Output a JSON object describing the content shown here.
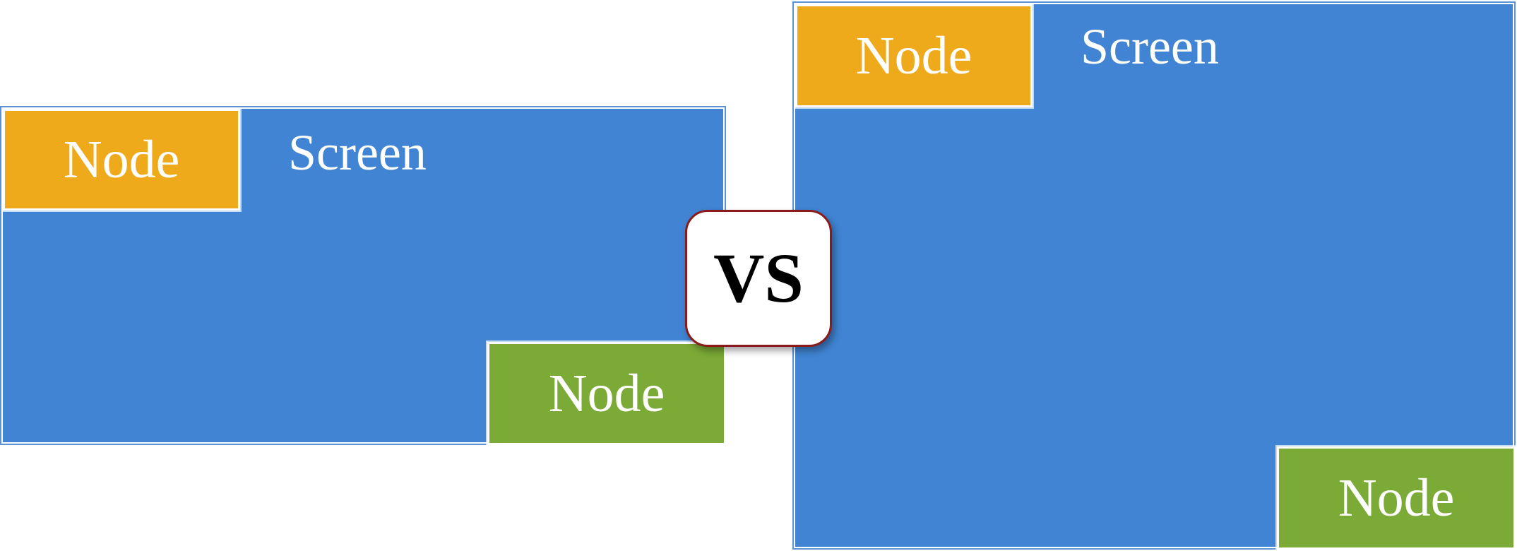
{
  "diagram": {
    "left_panel": {
      "screen_label": "Screen",
      "top_left_node": "Node",
      "bottom_right_node": "Node"
    },
    "right_panel": {
      "screen_label": "Screen",
      "top_left_node": "Node",
      "bottom_right_node": "Node"
    },
    "comparison_label": "VS"
  },
  "colors": {
    "screen": "#4084D3",
    "node_top_left": "#EEAA1B",
    "node_bottom_right": "#7BAA36",
    "badge_border": "#8B1A1A"
  }
}
